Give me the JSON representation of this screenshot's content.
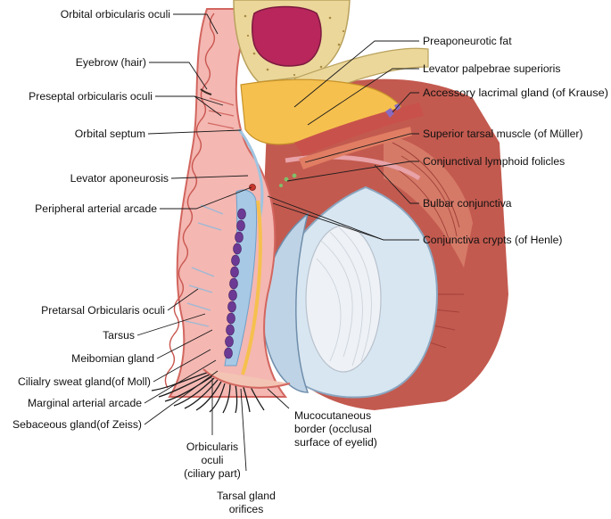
{
  "labels_left": [
    "Orbital orbicularis oculi",
    "Eyebrow (hair)",
    "Preseptal orbicularis oculi",
    "Orbital septum",
    "Levator aponeurosis",
    "Peripheral arterial arcade",
    "Pretarsal Orbicularis oculi",
    "Tarsus",
    "Meibomian gland",
    "Cilialry sweat gland(of Moll)",
    "Marginal arterial arcade",
    "Sebaceous gland(of Zeiss)"
  ],
  "labels_right": [
    "Preaponeurotic fat",
    "Levator palpebrae superioris",
    "Accessory lacrimal gland (of Krause)",
    "Superior tarsal muscle (of Müller)",
    "Conjunctival lymphoid folicles",
    "Bulbar conjunctiva",
    "Conjunctiva crypts (of Henle)"
  ],
  "labels_bottom": {
    "orbicularis_ciliary": [
      "Orbicularis",
      "oculi",
      "(ciliary part)"
    ],
    "tarsal_gland_orifices": [
      "Tarsal gland",
      "orifices"
    ],
    "mucocutaneous_border": [
      "Mucocutaneous",
      "border (occlusal",
      "surface of eyelid)"
    ]
  },
  "colors": {
    "skin": "#f4b7b2",
    "skin_edge": "#d2665f",
    "bone": "#ecd79a",
    "sinus": "#b8265c",
    "fat": "#f6c04e",
    "muscle": "#c8524b",
    "globe": "#c9dbea",
    "meibomian": "#6c3a94",
    "lens": "#eef1f5"
  }
}
